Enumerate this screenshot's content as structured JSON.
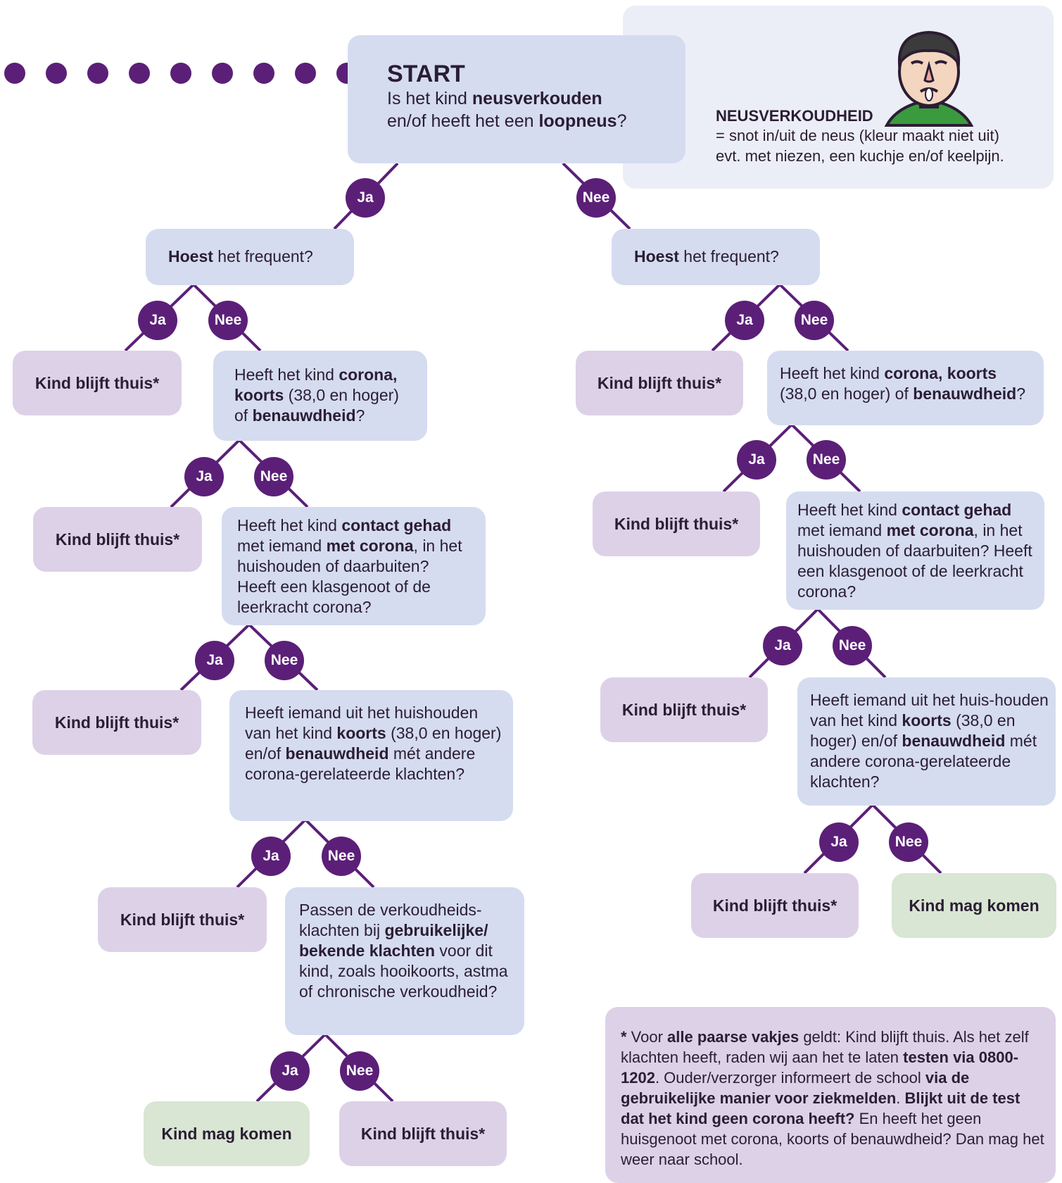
{
  "start": {
    "title": "START",
    "q1": "Is het kind ",
    "q1b": "neusverkouden",
    "q2": "en/of heeft het een ",
    "q2b": "loopneus",
    "q2end": "?"
  },
  "info": {
    "title": "NEUSVERKOUDHEID",
    "line1": "= snot in/uit de neus (kleur maakt niet uit)",
    "line2": "evt. met niezen, een kuchje en/of keelpijn."
  },
  "labels": {
    "yes": "Ja",
    "no": "Nee"
  },
  "outcomes": {
    "stay": "Kind blijft thuis*",
    "come": "Kind mag komen"
  },
  "questions": {
    "cough_b": "Hoest",
    "cough": " het frequent?",
    "symptoms_pre": "Heeft het kind ",
    "symptoms_b1": "corona, koorts",
    "symptoms_mid": " (38,0 en hoger) of ",
    "symptoms_b2": "benauwdheid",
    "symptoms_end": "?",
    "contact_pre": "Heeft het kind ",
    "contact_b1": "contact gehad",
    "contact_mid": " met iemand ",
    "contact_b2": "met corona",
    "contact_end": ", in het huishouden of daarbuiten? Heeft een klasgenoot of de leerkracht corona?",
    "household_left_pre": "Heeft iemand uit het huishouden van het kind ",
    "household_right_pre": "Heeft iemand uit het huis-houden van het kind ",
    "household_b1": "koorts",
    "household_mid": " (38,0 en hoger) en/of ",
    "household_b2": "benauwdheid",
    "household_end": " mét andere corona-gerelateerde klachten?",
    "known_pre": "Passen de verkoudheids-klachten bij ",
    "known_b": "gebruikelijke/ bekende klachten",
    "known_end": " voor dit kind, zoals hooikoorts, astma of chronische verkoudheid?"
  },
  "footnote": {
    "star": "*",
    "t1": " Voor ",
    "b1": "alle paarse vakjes",
    "t2": " geldt: Kind blijft thuis. Als het zelf klachten heeft, raden wij aan het te laten ",
    "b2": "testen via 0800-1202",
    "t3": ". Ouder/verzorger informeert de school ",
    "b3": "via de gebruikelijke manier voor ziekmelden",
    "t4": ". ",
    "b4": "Blijkt uit de test dat het kind geen corona heeft?",
    "t5": " En heeft het geen huisgenoot met corona, koorts of benauwdheid? Dan mag het weer naar school."
  },
  "colors": {
    "purple": "#5b1f78",
    "question": "#d5dcf0",
    "stay": "#ddd1e8",
    "come": "#d8e6d3"
  }
}
